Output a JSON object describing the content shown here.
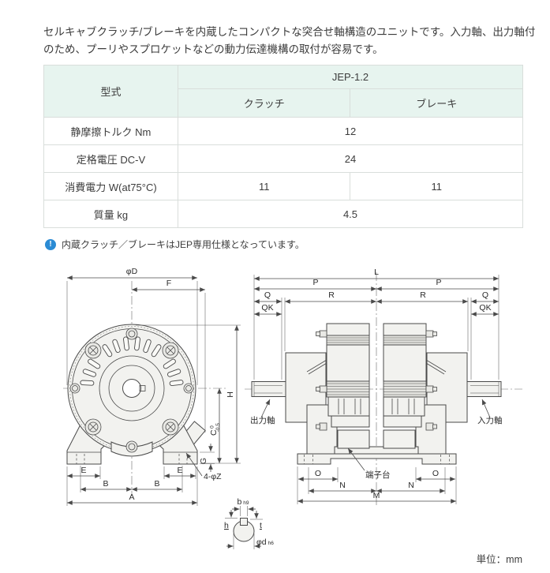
{
  "intro": {
    "text": "セルキャブクラッチ/ブレーキを内蔵したコンパクトな突合せ軸構造のユニットです。入力軸、出力軸付のため、プーリやスプロケットなどの動力伝達機構の取付が容易です。"
  },
  "spec_table": {
    "model_label": "型式",
    "model_value": "JEP-1.2",
    "col_clutch": "クラッチ",
    "col_brake": "ブレーキ",
    "rows": [
      {
        "label": "静摩擦トルク Nm",
        "value": "12"
      },
      {
        "label": "定格電圧 DC-V",
        "value": "24"
      },
      {
        "label": "消費電力 W(at75°C)",
        "clutch": "11",
        "brake": "11"
      },
      {
        "label": "質量 kg",
        "value": "4.5"
      }
    ]
  },
  "note": {
    "icon": "info-icon",
    "text": "内蔵クラッチ／ブレーキはJEP専用仕様となっています。"
  },
  "front": {
    "dia": "φD",
    "f": "F",
    "h": "H",
    "c": "C",
    "c_tol_upper": "0",
    "c_tol_lower": "-0.5",
    "g": "G",
    "e1": "E",
    "e2": "E",
    "b1": "B",
    "b2": "B",
    "a": "A",
    "holes": "4-φZ"
  },
  "side": {
    "l": "L",
    "p1": "P",
    "p2": "P",
    "q1": "Q",
    "r1": "R",
    "r2": "R",
    "q2": "Q",
    "qk1": "QK",
    "qk2": "QK",
    "o1": "O",
    "n1": "N",
    "n2": "N",
    "o2": "O",
    "m": "M",
    "output_shaft": "出力軸",
    "input_shaft": "入力軸",
    "terminal": "端子台"
  },
  "shaft": {
    "b": "b",
    "b_tol": "h9",
    "h": "h",
    "t": "t",
    "d": "φd",
    "d_tol": "h6"
  },
  "footer": {
    "unit": "単位：mm"
  },
  "colors": {
    "info_icon_blue": "#2b8bd4",
    "table_header_bg": "#e7f4ef",
    "table_border": "#d9dedb",
    "drawing_line": "#4a4a4a"
  }
}
